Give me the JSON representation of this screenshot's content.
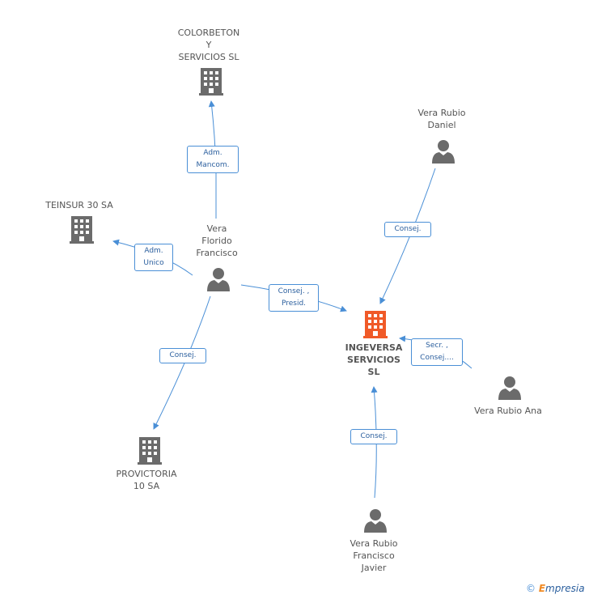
{
  "colors": {
    "edge": "#4a8fd6",
    "edge_label_text": "#2b5f9e",
    "company_icon": "#6b6b6b",
    "person_icon": "#6b6b6b",
    "main_company_icon": "#f05a28",
    "label_text": "#555555"
  },
  "nodes": {
    "colorbeton": {
      "label": "COLORBETON\nY\nSERVICIOS SL",
      "icon": "building-icon"
    },
    "teinsur": {
      "label": "TEINSUR 30 SA",
      "icon": "building-icon"
    },
    "provictoria": {
      "label": "PROVICTORIA\n10 SA",
      "icon": "building-icon"
    },
    "ingeversa": {
      "label": "INGEVERSA\nSERVICIOS\nSL",
      "icon": "building-icon"
    },
    "vera_florido": {
      "label": "Vera\nFlorido\nFrancisco",
      "icon": "person-icon"
    },
    "vera_daniel": {
      "label": "Vera Rubio\nDaniel",
      "icon": "person-icon"
    },
    "vera_ana": {
      "label": "Vera Rubio Ana",
      "icon": "person-icon"
    },
    "vera_javier": {
      "label": "Vera Rubio\nFrancisco\nJavier",
      "icon": "person-icon"
    }
  },
  "edges": {
    "florido_colorbeton": "Adm.\nMancom.",
    "florido_teinsur": "Adm.\nUnico",
    "florido_provictoria": "Consej.",
    "florido_ingeversa": "Consej. ,\nPresid.",
    "daniel_ingeversa": "Consej.",
    "ana_ingeversa": "Secr. ,\nConsej....",
    "javier_ingeversa": "Consej."
  },
  "footer": {
    "copyright_symbol": "©",
    "brand_initial": "E",
    "brand_rest": "mpresia"
  }
}
